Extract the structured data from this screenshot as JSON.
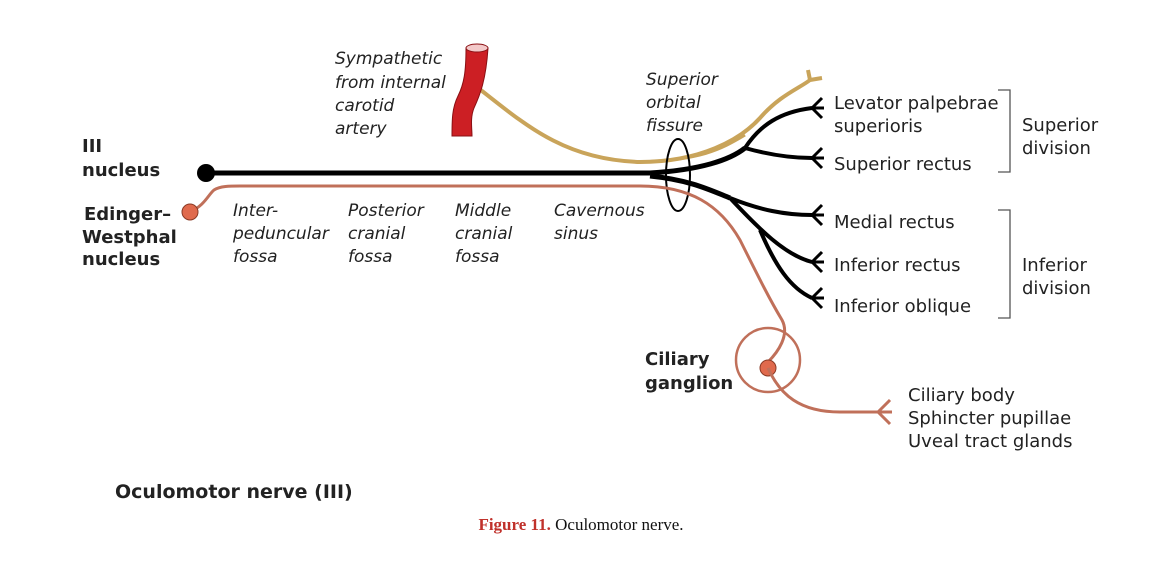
{
  "colors": {
    "motor_nerve": "#000000",
    "parasympathetic": "#c0705a",
    "parasympathetic_node": "#e06a4d",
    "sympathetic": "#c9a45a",
    "artery": "#cc1f24"
  },
  "labels": {
    "sympathetic": [
      "Sympathetic",
      "from internal",
      "carotid",
      "artery"
    ],
    "sup_orbital_fissure": [
      "Superior",
      "orbital",
      "fissure"
    ],
    "iii_nucleus": [
      "III",
      "nucleus"
    ],
    "edinger": [
      "Edinger–",
      "Westphal",
      "nucleus"
    ],
    "interpeduncular": [
      "Inter-",
      "peduncular",
      "fossa"
    ],
    "posterior_cranial": [
      "Posterior",
      "cranial",
      "fossa"
    ],
    "middle_cranial": [
      "Middle",
      "cranial",
      "fossa"
    ],
    "cavernous": [
      "Cavernous",
      "sinus"
    ],
    "levator": [
      "Levator palpebrae",
      "superioris"
    ],
    "superior_rectus": "Superior rectus",
    "medial_rectus": "Medial rectus",
    "inferior_rectus": "Inferior rectus",
    "inferior_oblique": "Inferior oblique",
    "superior_division": [
      "Superior",
      "division"
    ],
    "inferior_division": [
      "Inferior",
      "division"
    ],
    "ciliary_ganglion": [
      "Ciliary",
      "ganglion"
    ],
    "targets": [
      "Ciliary body",
      "Sphincter pupillae",
      "Uveal tract glands"
    ],
    "title": "Oculomotor nerve (III)"
  },
  "caption": {
    "figure": "Figure 11.",
    "text": " Oculomotor nerve."
  }
}
